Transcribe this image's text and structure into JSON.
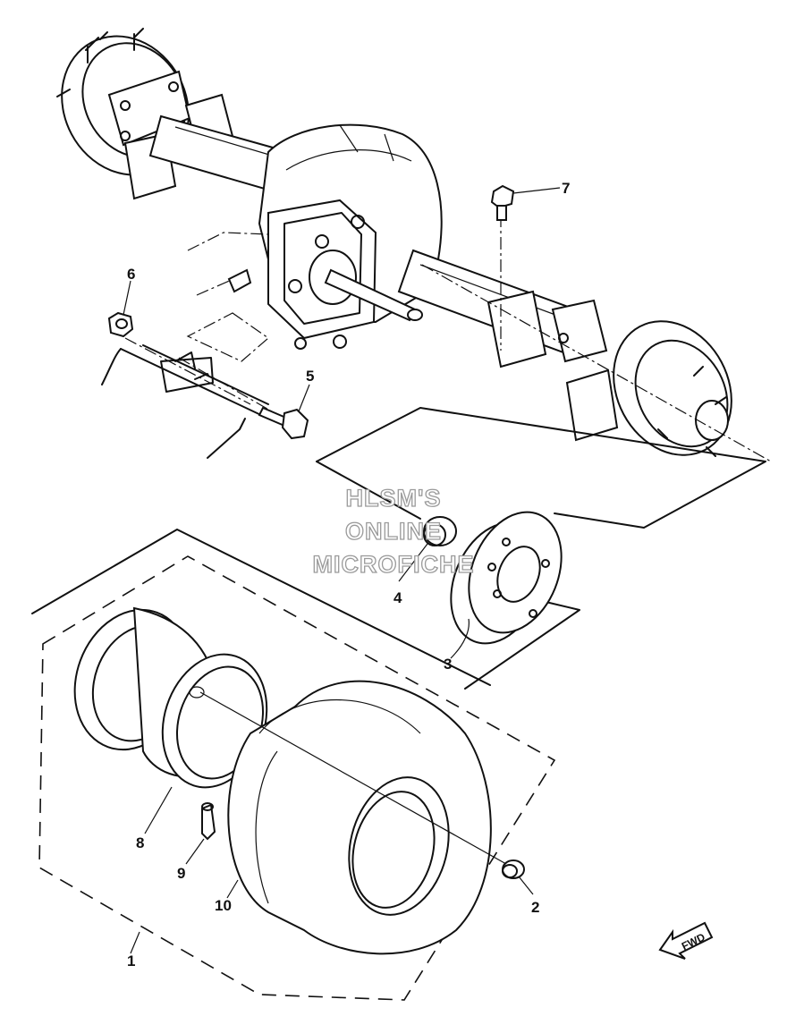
{
  "watermark": {
    "line1": "HLSM'S",
    "line2": "ONLINE",
    "line3": "MICROFICHE"
  },
  "callouts": {
    "c1": "1",
    "c2": "2",
    "c3": "3",
    "c4": "4",
    "c5": "5",
    "c6": "6",
    "c7": "7",
    "c8": "8",
    "c9": "9",
    "c10": "10"
  },
  "direction_badge": "FWD"
}
